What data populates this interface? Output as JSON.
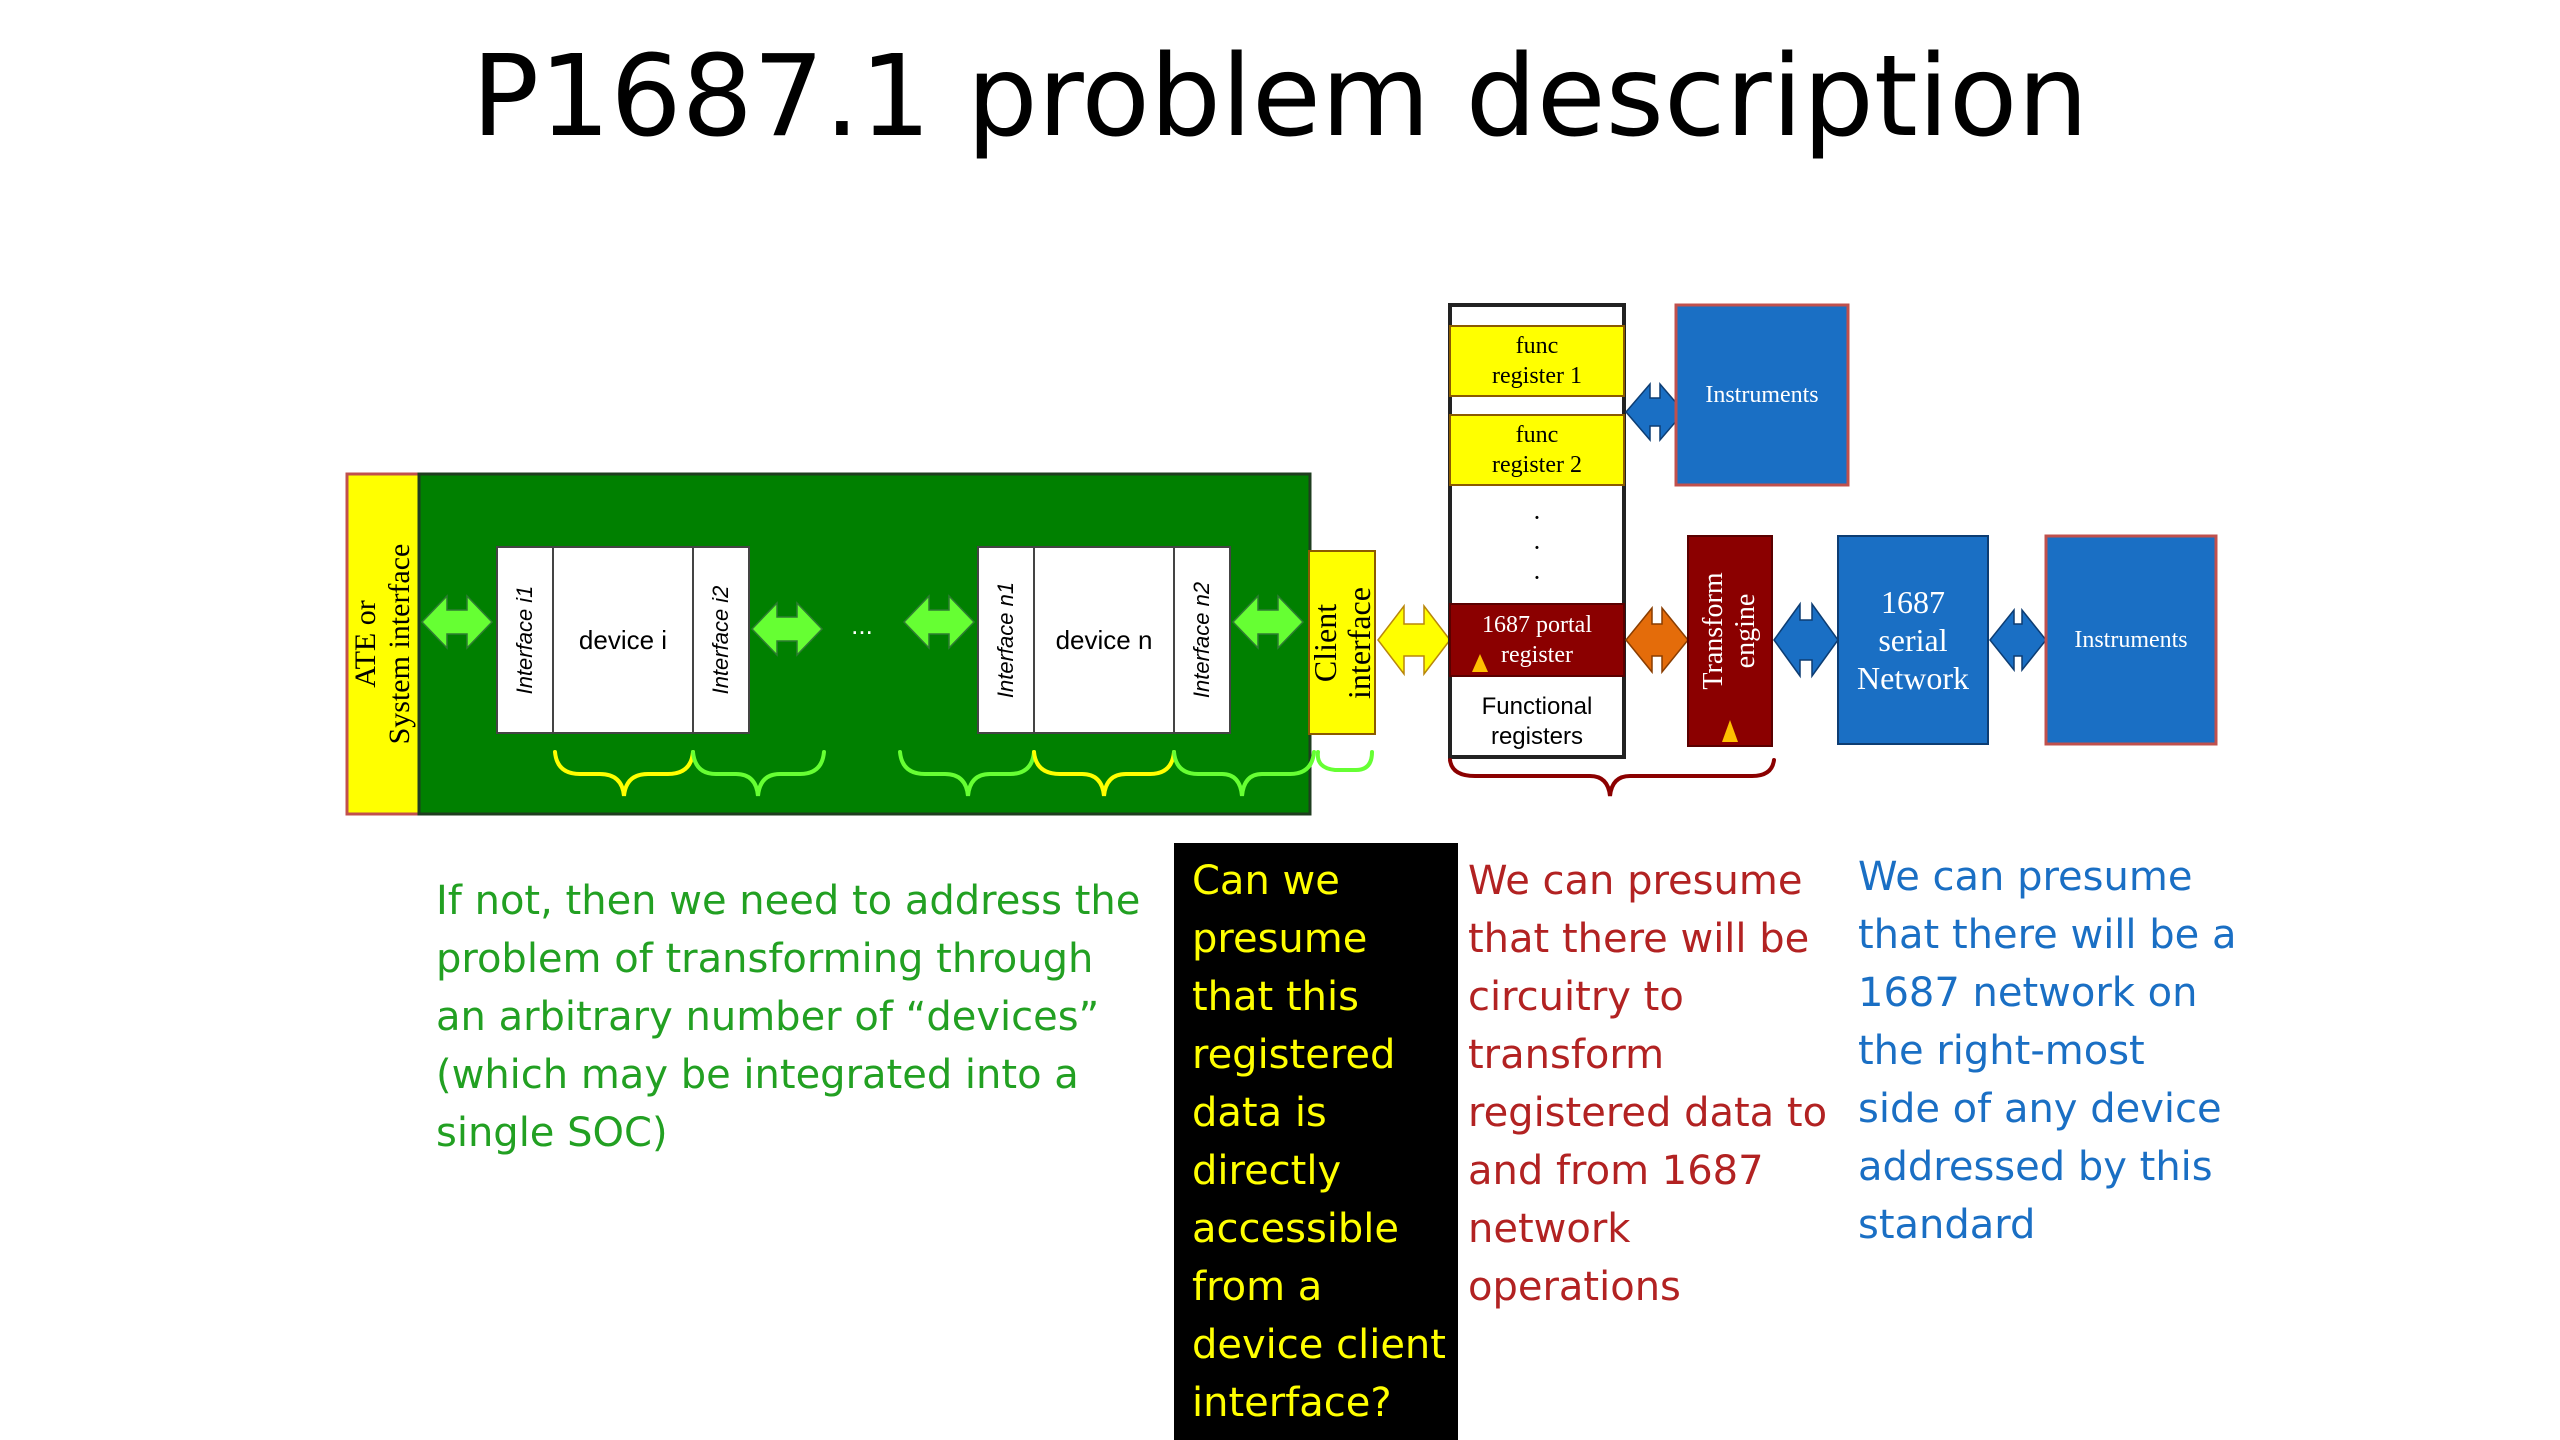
{
  "title": "P1687.1 problem description",
  "diagram": {
    "ate_label": "ATE or\nSystem interface",
    "device_i": {
      "iface_left": "Interface i1",
      "name": "device i",
      "iface_right": "Interface i2"
    },
    "ellipsis": "...",
    "device_n": {
      "iface_left": "Interface n1",
      "name": "device n",
      "iface_right": "Interface n2"
    },
    "client_interface": "Client\ninterface",
    "func_register_1": "func\nregister 1",
    "func_register_2": "func\nregister 2",
    "vertical_dots": "·\n·\n·",
    "portal_register": "1687 portal\nregister",
    "functional_registers": "Functional\nregisters",
    "transform_engine": "Transform\nengine",
    "instruments_top": "Instruments",
    "serial_network": "1687\nserial\nNetwork",
    "instruments_right": "Instruments",
    "colors": {
      "green_block": "#008000",
      "yellow": "#ffff00",
      "light_green_arrow": "#66ff33",
      "dark_red": "#8b0000",
      "blue": "#1a6fc4",
      "orange": "#e46c0a"
    }
  },
  "notes": {
    "green": "If not, then we need to address the\nproblem of transforming through\nan arbitrary number of “devices”\n(which may be integrated into a\nsingle SOC)",
    "yellow": "Can we\npresume\nthat this\nregistered\ndata is\ndirectly\naccessible\nfrom a\ndevice client\ninterface?",
    "red": "We can presume\nthat there will be\ncircuitry to\ntransform\nregistered data to\nand from 1687\nnetwork\noperations",
    "blue": "We can presume\nthat there will be a\n1687 network on\nthe right-most\nside of any device\naddressed by this\nstandard"
  }
}
